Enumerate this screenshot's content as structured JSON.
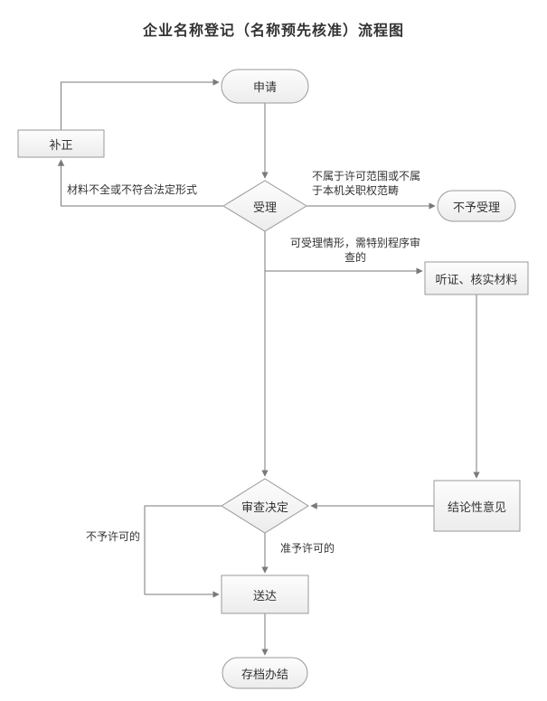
{
  "title": "企业名称登记（名称预先核准）流程图",
  "nodes": {
    "apply": "申请",
    "correction": "补正",
    "acceptance": "受理",
    "reject": "不予受理",
    "hearing": "听证、核实材料",
    "review": "审查决定",
    "conclusion": "结论性意见",
    "delivery": "送达",
    "archive": "存档办结"
  },
  "edge_labels": {
    "incomplete": "材料不全或不符合法定形式",
    "out_of_scope": "不属于许可范围或不属于本机关职权范畴",
    "special_procedure": "可受理情形，需特别程序审查的",
    "not_permitted": "不予许可的",
    "permitted": "准予许可的"
  },
  "colors": {
    "node_border": "#999999",
    "node_fill_top": "#fdfdfd",
    "node_fill_bottom": "#ececec",
    "connector_line": "#7a7a7a",
    "text": "#333333",
    "background": "#ffffff"
  }
}
